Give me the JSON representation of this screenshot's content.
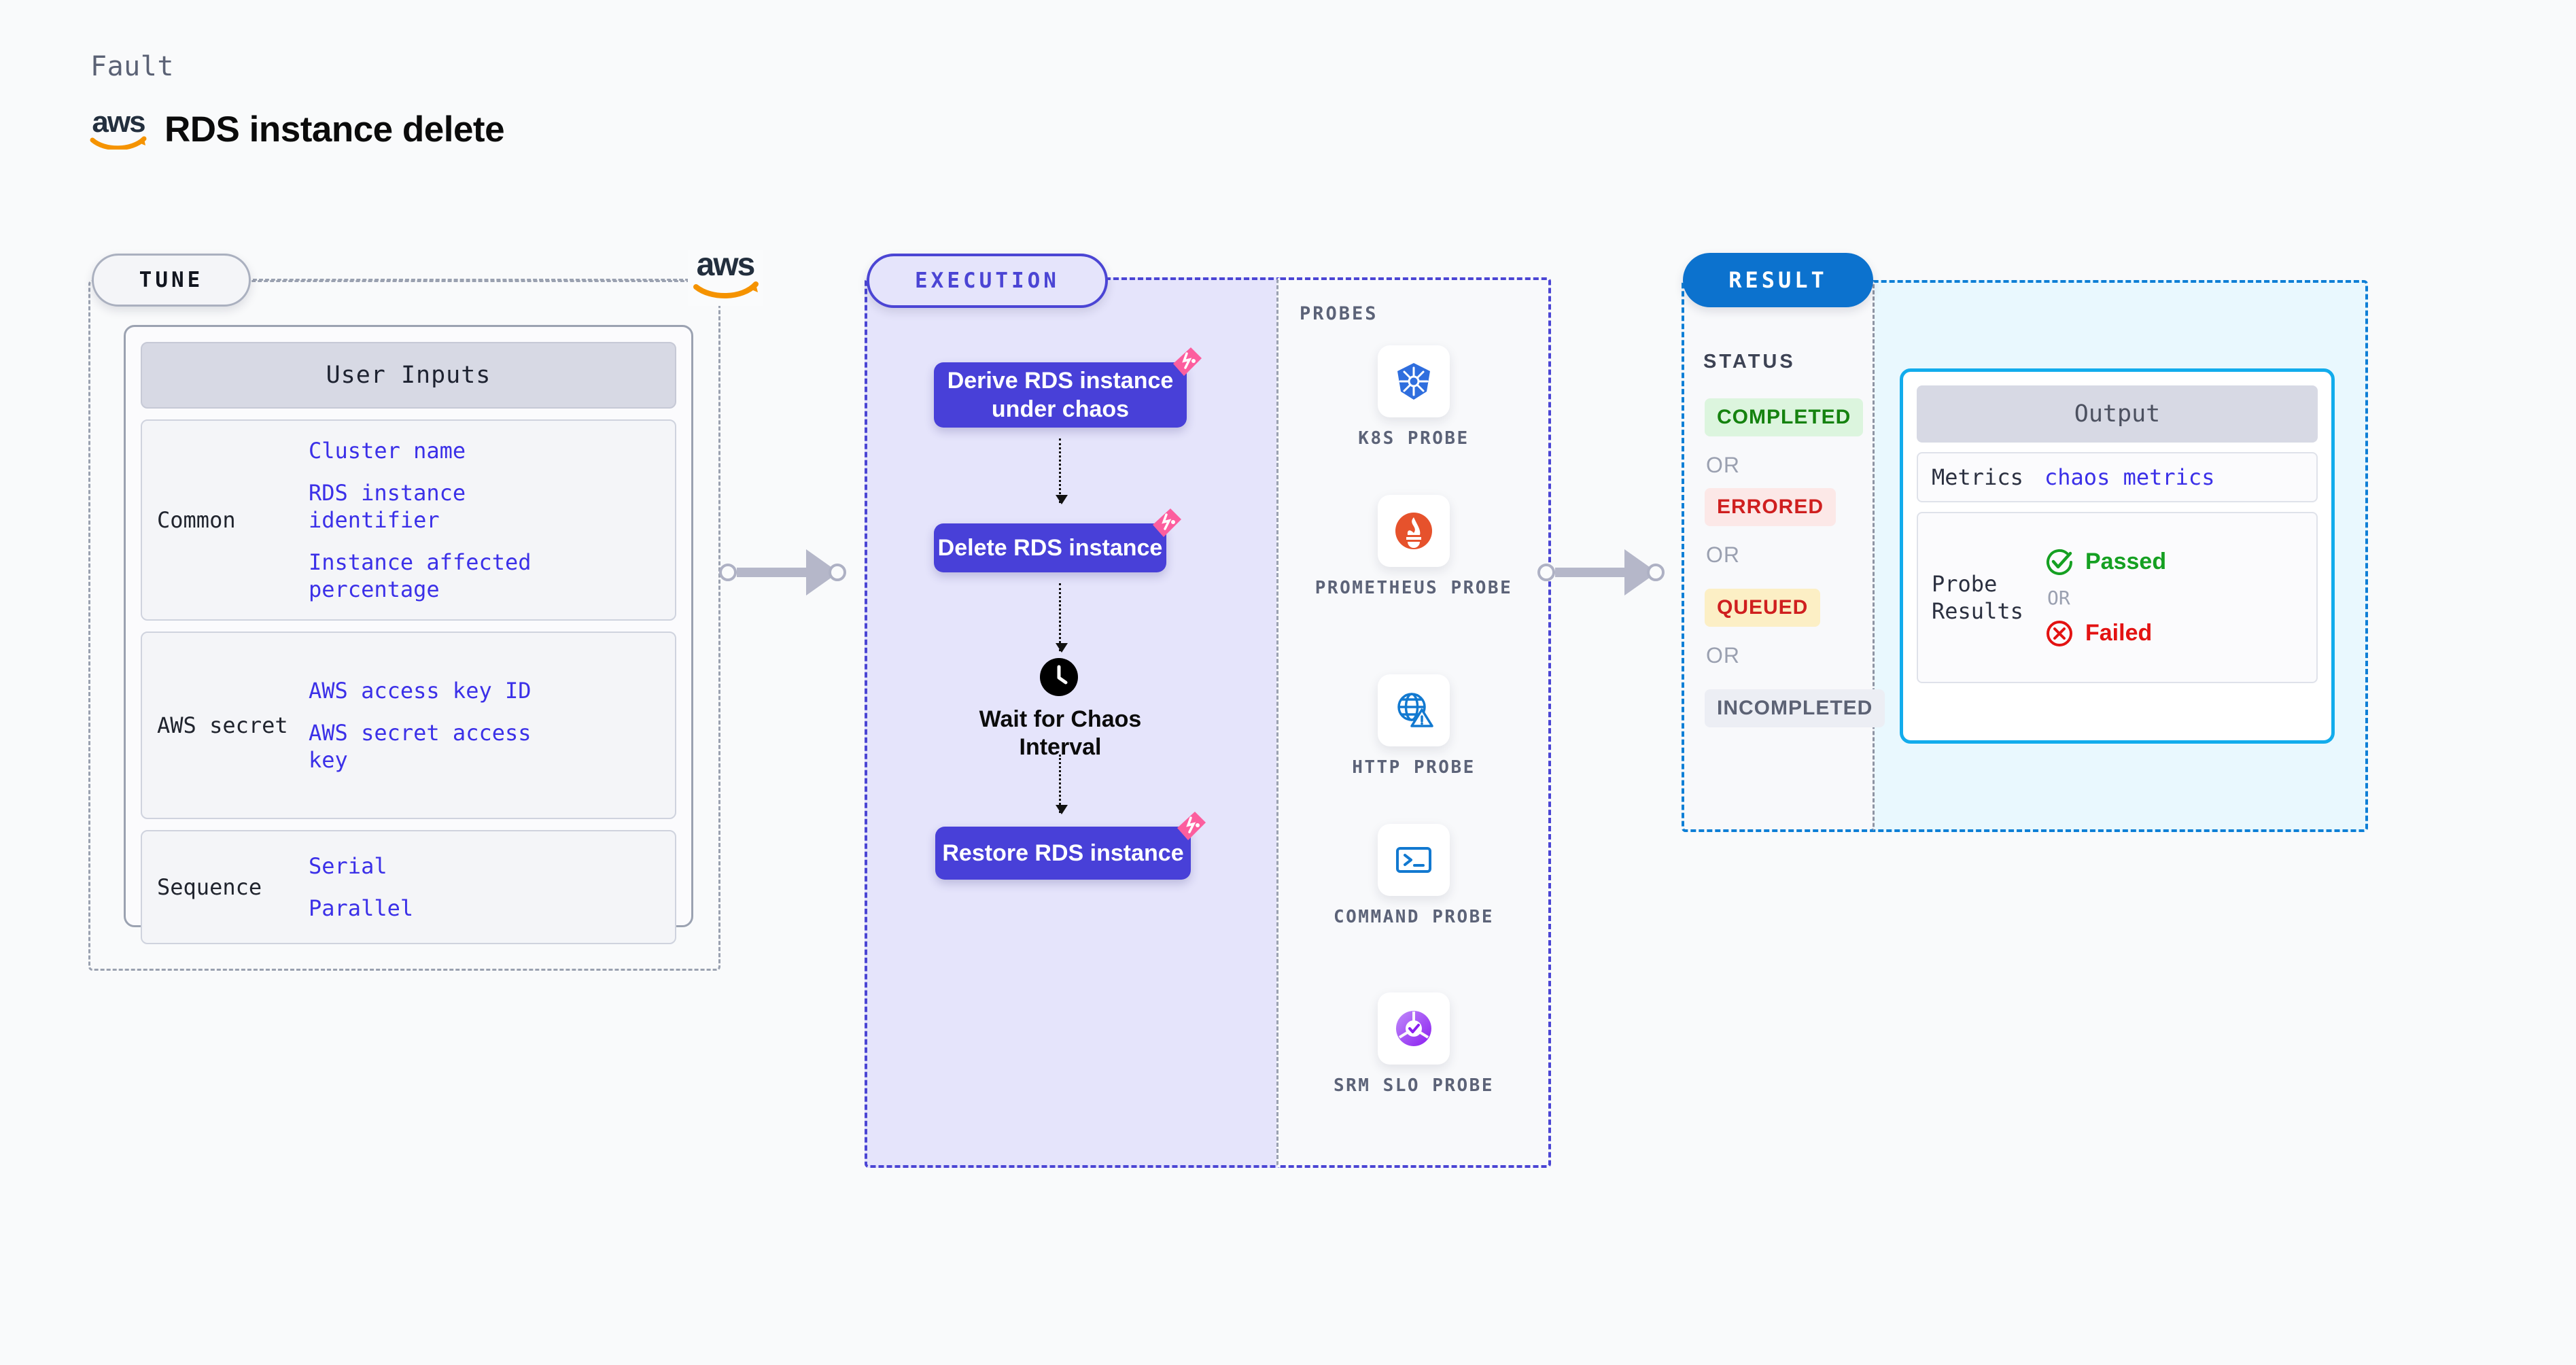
{
  "header": {
    "kicker": "Fault",
    "title": "RDS instance delete",
    "logo_text": "aws",
    "logo_name": "aws-logo"
  },
  "stages": {
    "tune": {
      "pill_label": "TUNE",
      "badge_logo_text": "aws"
    },
    "execution": {
      "pill_label": "EXECUTION"
    },
    "probes": {
      "title": "PROBES"
    },
    "result": {
      "pill_label": "RESULT"
    }
  },
  "user_inputs": {
    "header": "User Inputs",
    "groups": [
      {
        "label": "Common",
        "values": [
          "Cluster name",
          "RDS instance\nidentifier",
          "Instance affected\npercentage"
        ]
      },
      {
        "label": "AWS secret",
        "values": [
          "AWS access key ID",
          "AWS secret access\nkey"
        ]
      },
      {
        "label": "Sequence",
        "values": [
          "Serial",
          "Parallel"
        ]
      }
    ]
  },
  "execution_flow": {
    "nodes": [
      {
        "label": "Derive RDS instance under chaos",
        "type": "task",
        "fault_badge": true
      },
      {
        "label": "Delete RDS instance",
        "type": "task",
        "fault_badge": true
      },
      {
        "label": "Wait for Chaos Interval",
        "type": "wait",
        "fault_badge": false
      },
      {
        "label": "Restore RDS instance",
        "type": "task",
        "fault_badge": true
      }
    ]
  },
  "probes": [
    {
      "label": "K8S PROBE",
      "icon": "kubernetes-icon"
    },
    {
      "label": "PROMETHEUS PROBE",
      "icon": "prometheus-icon"
    },
    {
      "label": "HTTP PROBE",
      "icon": "http-globe-icon"
    },
    {
      "label": "COMMAND PROBE",
      "icon": "terminal-icon"
    },
    {
      "label": "SRM SLO PROBE",
      "icon": "srm-slo-icon"
    }
  ],
  "result": {
    "status_title": "STATUS",
    "or_label": "OR",
    "statuses": [
      {
        "label": "COMPLETED",
        "bg": "#dcf5de",
        "fg": "#15820f"
      },
      {
        "label": "ERRORED",
        "bg": "#fce8e7",
        "fg": "#cf1f1f"
      },
      {
        "label": "QUEUED",
        "bg": "#fcefc5",
        "fg": "#cf1f1f"
      },
      {
        "label": "INCOMPLETED",
        "bg": "#eceef4",
        "fg": "#5c6274"
      }
    ],
    "output": {
      "header": "Output",
      "metrics_label": "Metrics",
      "metrics_value": "chaos metrics",
      "probe_results_label": "Probe\nResults",
      "passed_label": "Passed",
      "failed_label": "Failed",
      "or_label": "OR"
    }
  },
  "colors": {
    "execution_node": "#4840d8",
    "execution_accent": "#4b45d4",
    "result_accent": "#0e7fd6",
    "output_border": "#12acec",
    "fault_badge": "#fc5e9e",
    "tune_border": "#9aa1b0",
    "input_value": "#3b30e8"
  }
}
